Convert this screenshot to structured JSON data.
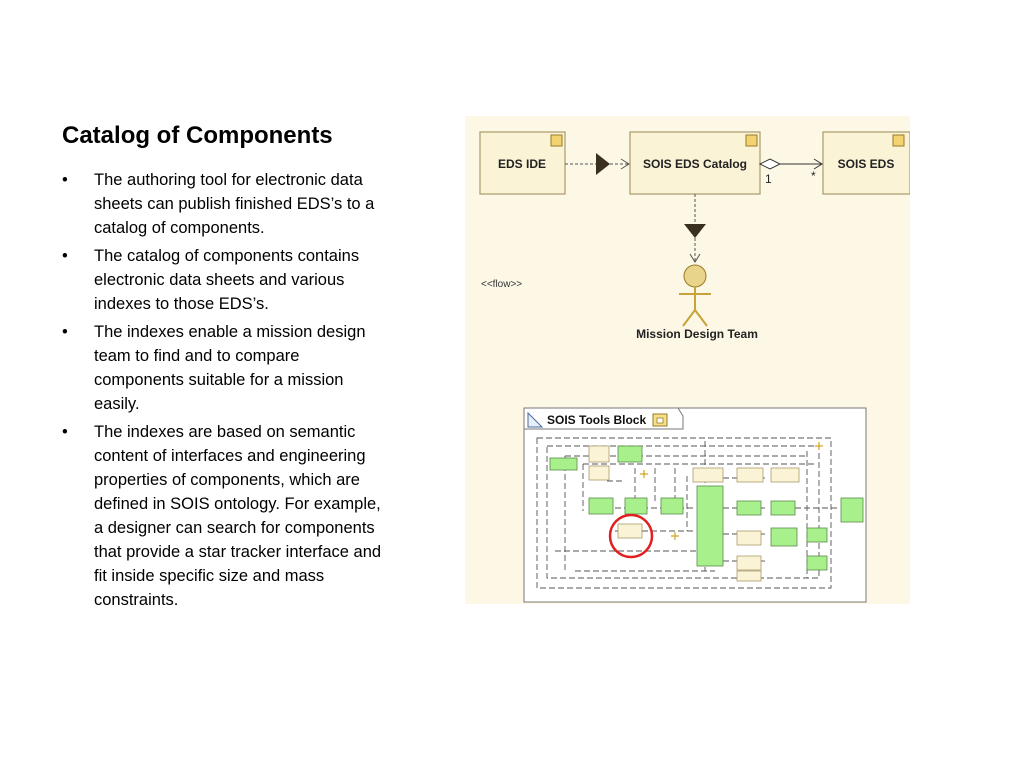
{
  "slide": {
    "title": "Catalog of Components",
    "bullets": [
      "The authoring tool for electronic data sheets can publish finished EDS’s to a catalog of components.",
      "The catalog of components contains electronic data sheets and various indexes to those EDS’s.",
      "The indexes enable a mission design team to find and to compare components suitable for a mission easily.",
      "The indexes are based on semantic content of interfaces and engineering properties of components, which are defined in SOIS ontology.  For example, a designer can search for components that provide a star tracker interface and fit inside specific size and mass constraints."
    ],
    "bullet_glyph": "•"
  },
  "diagram": {
    "background": "#fdf8e6",
    "block_fill": "#fbf3d6",
    "blocks": {
      "eds_ide": "EDS IDE",
      "catalog": "SOIS EDS Catalog",
      "sois_eds": "SOIS EDS"
    },
    "multiplicity_one": "1",
    "multiplicity_many": "*",
    "flow_label": "<<flow>>",
    "actor_label": "Mission Design Team",
    "tools_block_title": "SOIS Tools Block",
    "highlight_color": "#e02020",
    "component_fill": "#a8f08c"
  }
}
